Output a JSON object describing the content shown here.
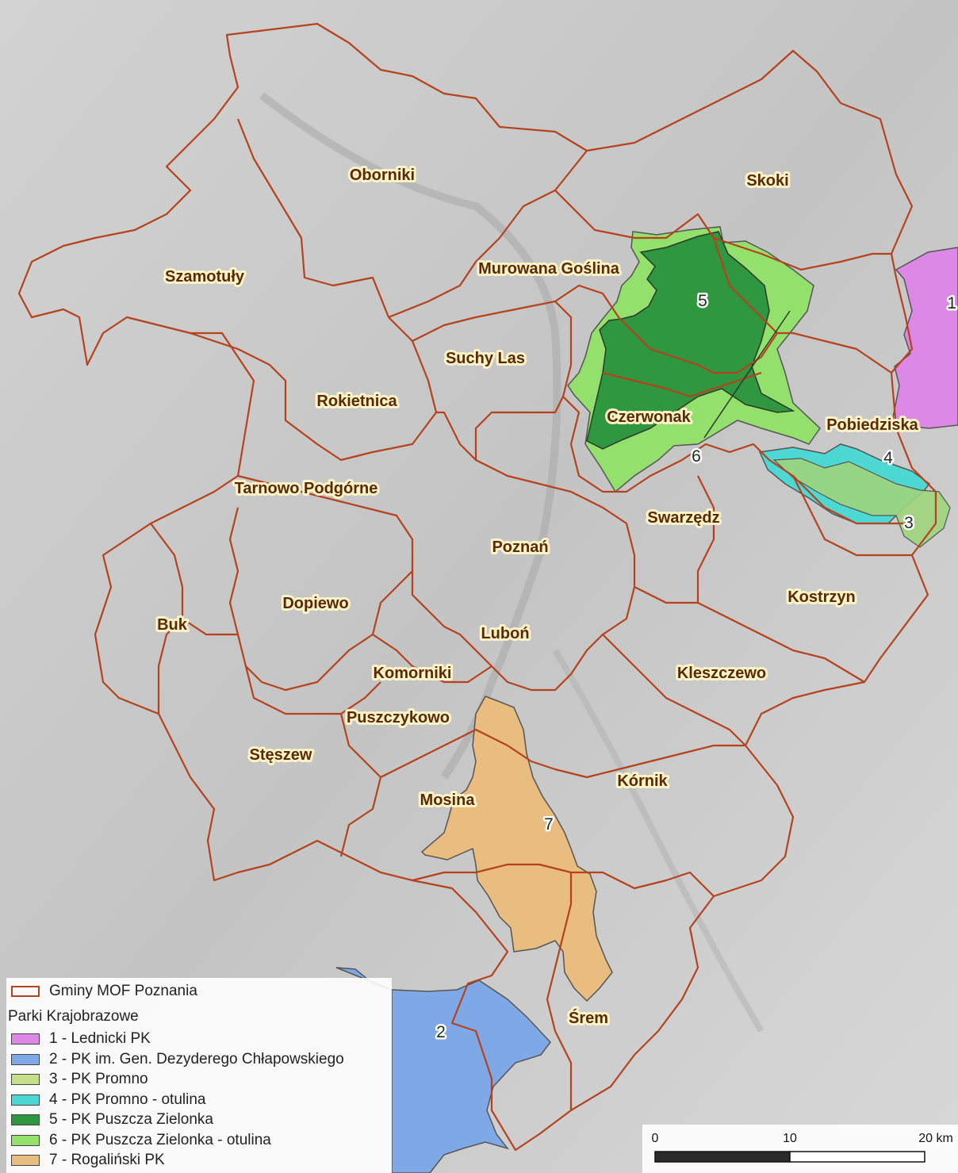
{
  "map": {
    "municipalities": [
      {
        "name": "Oborniki"
      },
      {
        "name": "Skoki"
      },
      {
        "name": "Szamotuły"
      },
      {
        "name": "Murowana Goślina"
      },
      {
        "name": "Suchy Las"
      },
      {
        "name": "Rokietnica"
      },
      {
        "name": "Czerwonak"
      },
      {
        "name": "Pobiedziska"
      },
      {
        "name": "Tarnowo Podgórne"
      },
      {
        "name": "Swarzędz"
      },
      {
        "name": "Poznań"
      },
      {
        "name": "Dopiewo"
      },
      {
        "name": "Kostrzyn"
      },
      {
        "name": "Buk"
      },
      {
        "name": "Luboń"
      },
      {
        "name": "Komorniki"
      },
      {
        "name": "Kleszczewo"
      },
      {
        "name": "Puszczykowo"
      },
      {
        "name": "Stęszew"
      },
      {
        "name": "Kórnik"
      },
      {
        "name": "Mosina"
      },
      {
        "name": "Śrem"
      }
    ],
    "park_numbers": [
      "1",
      "2",
      "3",
      "4",
      "5",
      "6",
      "7"
    ],
    "colors": {
      "boundary": "#b5421c",
      "park1": "#dd88e6",
      "park2": "#7ea9e6",
      "park3": "#9ed57c",
      "park4": "#4ed8d4",
      "park5": "#2f9740",
      "park6": "#93e06c",
      "park7": "#e9bc80",
      "label_text": "#5a2a06",
      "label_halo": "#fff3c8"
    }
  },
  "legend": {
    "boundary_label": "Gminy MOF Poznania",
    "parks_heading": "Parki Krajobrazowe",
    "items": [
      {
        "label": "1 - Lednicki PK",
        "color": "#dd88e6"
      },
      {
        "label": "2 - PK im. Gen. Dezyderego Chłapowskiego",
        "color": "#7ea9e6"
      },
      {
        "label": "3 - PK Promno",
        "color": "#c6e08a"
      },
      {
        "label": "4 - PK Promno - otulina",
        "color": "#4ed8d4"
      },
      {
        "label": "5 - PK Puszcza Zielonka",
        "color": "#2f9740"
      },
      {
        "label": "6 - PK Puszcza Zielonka - otulina",
        "color": "#93e06c"
      },
      {
        "label": "7 - Rogaliński PK",
        "color": "#e9bc80"
      }
    ]
  },
  "scale_bar": {
    "labels": [
      "0",
      "10",
      "20 km"
    ]
  }
}
